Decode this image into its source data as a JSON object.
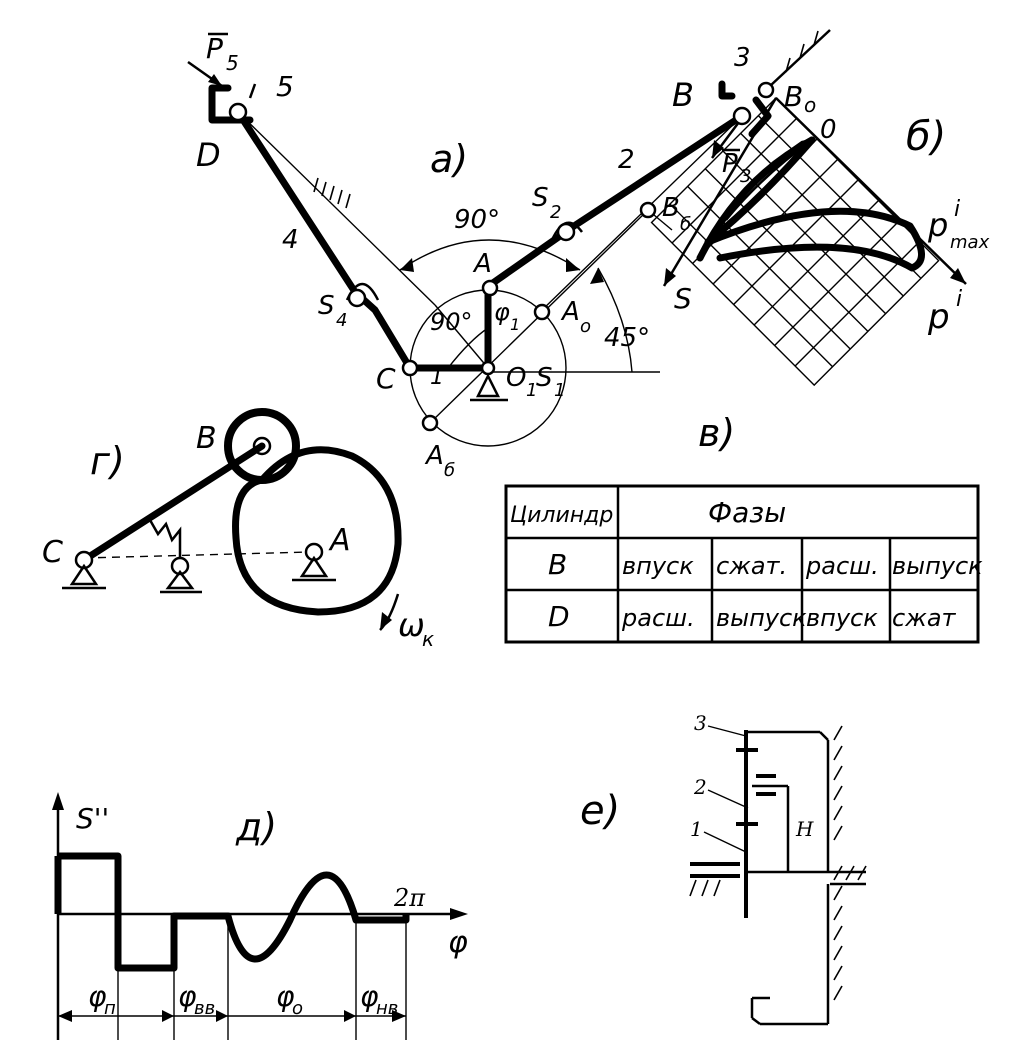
{
  "mechanism": {
    "caption": "а)",
    "points": {
      "D": "D",
      "B": "B",
      "B0": "B",
      "B0_sub": "о",
      "B6": "B",
      "B6_sub": "б",
      "A": "A",
      "A0": "A",
      "A0_sub": "о",
      "A6": "A",
      "A6_sub": "б",
      "C": "C",
      "O": "O",
      "O_sub": "1",
      "S1": "S",
      "S1_sub": "1",
      "S2": "S",
      "S2_sub": "2",
      "S4": "S",
      "S4_sub": "4"
    },
    "links": {
      "l1": "1",
      "l2": "2",
      "l3": "3",
      "l4": "4",
      "l5": "5"
    },
    "forces": {
      "P5": "P",
      "P5_sub": "5",
      "P3": "P",
      "P3_sub": "3"
    },
    "angles": {
      "top": "90°",
      "inner": "90°",
      "side": "45°",
      "phi": "φ",
      "phi_sub": "1"
    }
  },
  "indicator": {
    "caption": "б)",
    "zero": "0",
    "s_axis": "S",
    "p_axis": "p",
    "p_axis_sup": "i",
    "pmax": "p",
    "pmax_sub": "max",
    "pmax_sup": "i"
  },
  "cam": {
    "caption": "г)",
    "B": "B",
    "C": "C",
    "A": "A",
    "omega": "ω",
    "omega_sub": "к"
  },
  "phases_table": {
    "caption": "в)",
    "header_col": "Цилиндр",
    "header_phases": "Фазы",
    "rows": [
      {
        "cyl": "B",
        "phases": [
          "впуск",
          "сжат.",
          "расш.",
          "выпуск"
        ]
      },
      {
        "cyl": "D",
        "phases": [
          "расш.",
          "выпуск",
          "впуск",
          "сжат"
        ]
      }
    ]
  },
  "motion_law": {
    "caption": "д)",
    "y_label": "S''",
    "x_label": "φ",
    "end_label": "2π",
    "segments": [
      {
        "label": "φ",
        "sub": "п"
      },
      {
        "label": "φ",
        "sub": "вв"
      },
      {
        "label": "φ",
        "sub": "о"
      },
      {
        "label": "φ",
        "sub": "нв"
      }
    ]
  },
  "gearbox": {
    "caption": "е)",
    "labels": {
      "g1": "1",
      "g2": "2",
      "g3": "3",
      "carrier": "H"
    }
  }
}
